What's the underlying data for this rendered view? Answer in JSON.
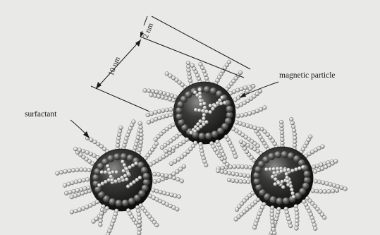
{
  "figure": {
    "labels": {
      "magnetic_particle": "magnetic particle",
      "surfactant": "surfactant",
      "core_diameter": "10 nm",
      "shell_thickness": "2 nm"
    },
    "components": [
      {
        "name": "magnetic-particle-top",
        "chains": 24
      },
      {
        "name": "magnetic-particle-left",
        "chains": 24
      },
      {
        "name": "magnetic-particle-right",
        "chains": 24
      }
    ]
  }
}
